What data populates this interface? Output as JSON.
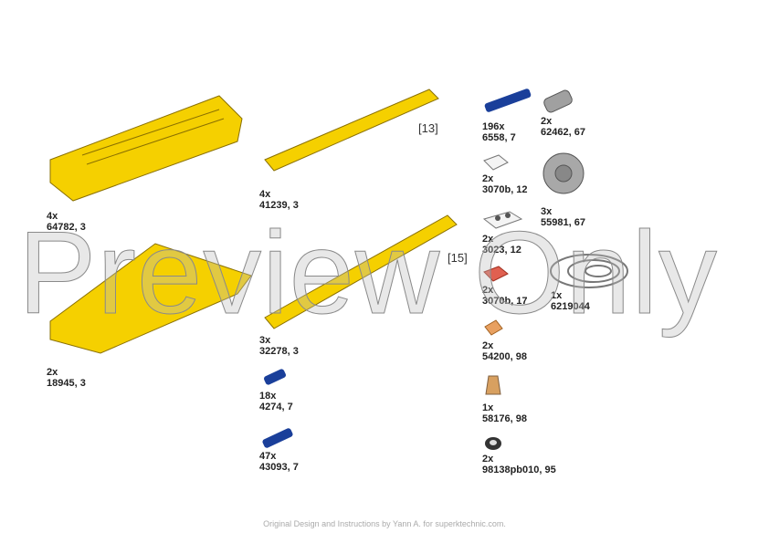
{
  "steps": [
    "[13]",
    "[15]"
  ],
  "parts": [
    {
      "qty": "4x",
      "id": "64782, 3",
      "color": "#f5d000"
    },
    {
      "qty": "2x",
      "id": "18945, 3",
      "color": "#f5d000"
    },
    {
      "qty": "4x",
      "id": "41239, 3",
      "color": "#f5d000"
    },
    {
      "qty": "3x",
      "id": "32278, 3",
      "color": "#f5d000"
    },
    {
      "qty": "18x",
      "id": "4274, 7",
      "color": "#1a3f9a"
    },
    {
      "qty": "47x",
      "id": "43093, 7",
      "color": "#1a3f9a"
    },
    {
      "qty": "196x",
      "id": "6558, 7",
      "color": "#1a3f9a"
    },
    {
      "qty": "2x",
      "id": "62462, 67",
      "color": "#a0a0a0"
    },
    {
      "qty": "2x",
      "id": "3070b, 12",
      "color": "#f0f0f0"
    },
    {
      "qty": "3x",
      "id": "55981, 67",
      "color": "#a0a0a0"
    },
    {
      "qty": "2x",
      "id": "3023, 12",
      "color": "#f0f0f0"
    },
    {
      "qty": "2x",
      "id": "3070b, 17",
      "color": "#e06050"
    },
    {
      "qty": "1x",
      "id": "6219044",
      "color": "#909090"
    },
    {
      "qty": "2x",
      "id": "54200, 98",
      "color": "#e8a060"
    },
    {
      "qty": "1x",
      "id": "58176, 98",
      "color": "#d8a060"
    },
    {
      "qty": "2x",
      "id": "98138pb010, 95",
      "color": "#333333"
    }
  ],
  "watermark": "Preview Only",
  "footer": "Original Design and Instructions by Yann A. for superktechnic.com."
}
